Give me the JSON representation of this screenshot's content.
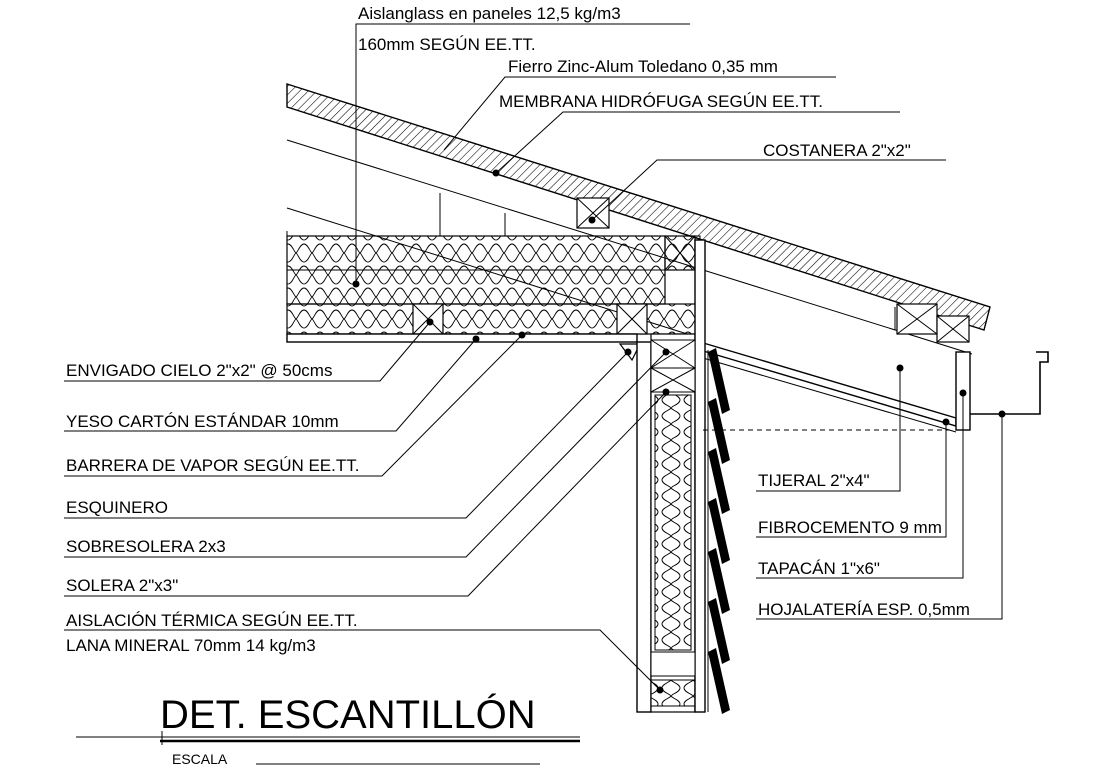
{
  "title": "DET. ESCANTILLÓN",
  "scale_label": "ESCALA",
  "labels_top": {
    "aislanglass_1": "Aislanglass en paneles 12,5 kg/m3",
    "aislanglass_2": "160mm SEGÚN EE.TT.",
    "fierro_zinc": "Fierro Zinc-Alum Toledano 0,35 mm",
    "membrana": "MEMBRANA HIDRÓFUGA SEGÚN EE.TT.",
    "costanera": "COSTANERA 2\"x2\""
  },
  "labels_left": {
    "envigado": "ENVIGADO CIELO  2\"x2\" @ 50cms",
    "yeso": "YESO CARTÓN ESTÁNDAR 10mm",
    "barrera": "BARRERA DE VAPOR SEGÚN EE.TT.",
    "esquinero": "ESQUINERO",
    "sobresolera": "SOBRESOLERA 2x3",
    "solera": "SOLERA 2\"x3\"",
    "aislacion_1": "AISLACIÓN TÉRMICA SEGÚN EE.TT.",
    "aislacion_2": "LANA MINERAL 70mm 14 kg/m3"
  },
  "labels_right": {
    "tijeral": "TIJERAL 2\"x4\"",
    "fibrocemento": "FIBROCEMENTO 9 mm",
    "tapacan": "TAPACÁN 1\"x6\"",
    "hojalateria": "HOJALATERÍA ESP. 0,5mm"
  }
}
